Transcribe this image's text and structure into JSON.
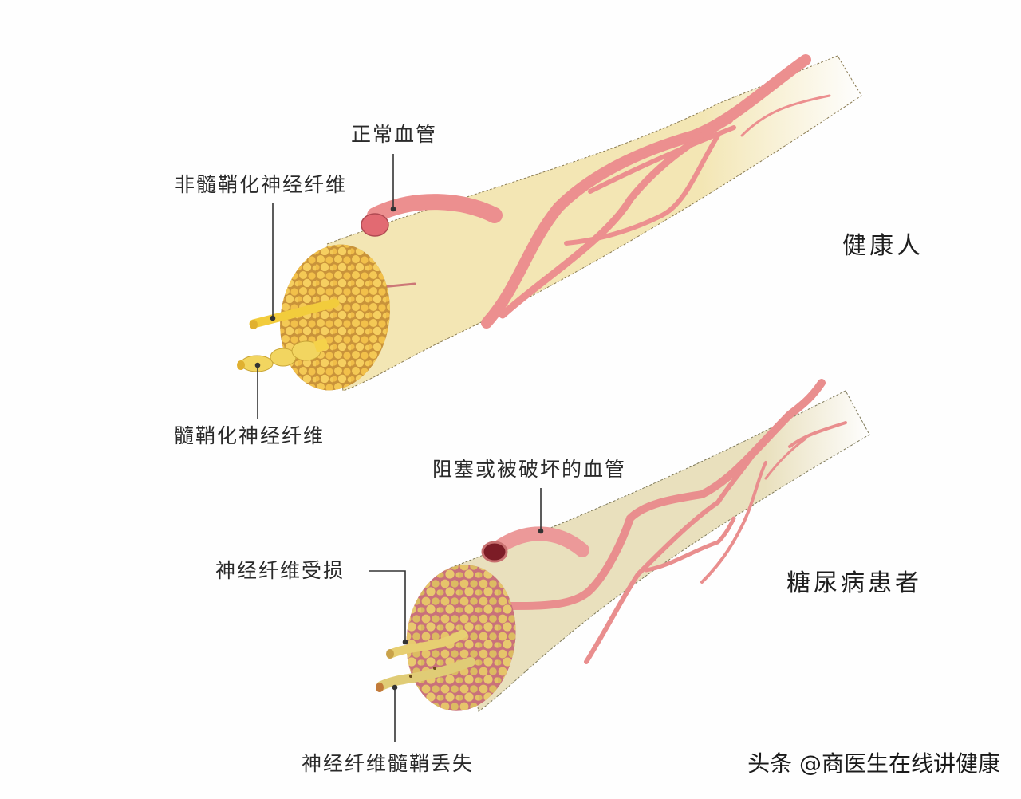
{
  "diagram": {
    "colors": {
      "background": "#fefefe",
      "healthy_nerve_sheath": "#f3e6b4",
      "diabetic_nerve_sheath": "#e9e0bd",
      "fascicle_fill": "#f1c24e",
      "fascicle_outline": "#9a6a2a",
      "blood_vessel": "#ec8f8f",
      "vessel_outline": "#a04848",
      "blocked_vessel_lumen": "#7c1c26",
      "leader_line": "#333333"
    },
    "healthy": {
      "title": "健康人",
      "labels": {
        "normal_vessel": "正常血管",
        "unmyelinated_fiber": "非髓鞘化神经纤维",
        "myelinated_fiber": "髓鞘化神经纤维"
      }
    },
    "diabetic": {
      "title": "糖尿病患者",
      "labels": {
        "damaged_vessel": "阻塞或被破坏的血管",
        "fiber_damaged": "神经纤维受损",
        "myelin_loss": "神经纤维髓鞘丢失"
      }
    },
    "watermark": "头条 @商医生在线讲健康"
  }
}
